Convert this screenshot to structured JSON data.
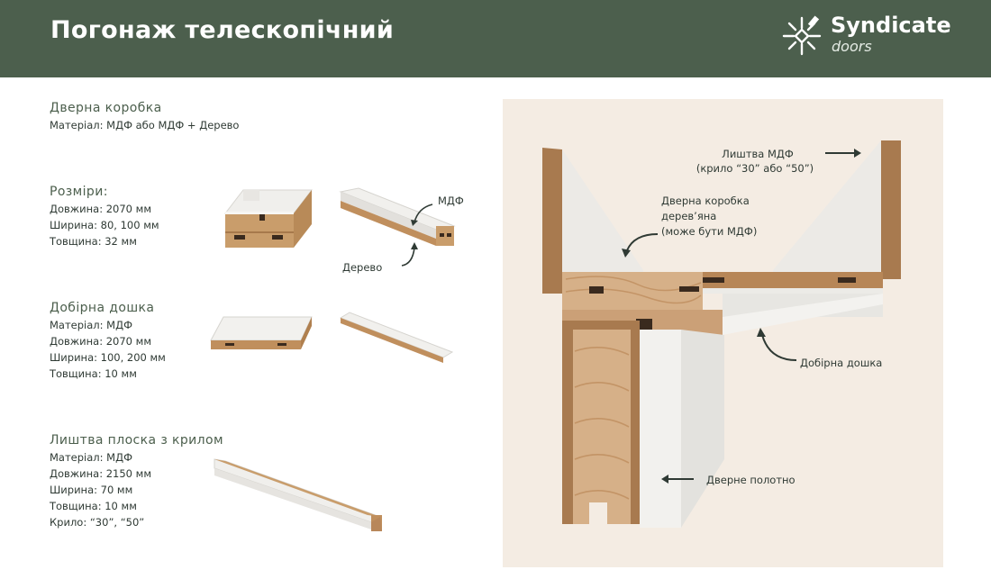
{
  "header": {
    "title": "Погонаж телескопічний",
    "logo": {
      "name": "Syndicate",
      "sub": "doors"
    }
  },
  "sections": {
    "door_frame": {
      "title": "Дверна коробка",
      "material": "Матеріал: МДФ або МДФ + Дерево"
    },
    "sizes": {
      "title": "Розміри:",
      "length": "Довжина: 2070 мм",
      "width": "Ширина: 80, 100 мм",
      "thickness": "Товщина: 32 мм",
      "callout_mdf": "МДФ",
      "callout_wood": "Дерево"
    },
    "extension_board": {
      "title": "Добірна дошка",
      "material": "Матеріал: МДФ",
      "length": "Довжина: 2070 мм",
      "width": "Ширина: 100, 200 мм",
      "thickness": "Товщина: 10 мм"
    },
    "casing": {
      "title": "Лиштва плоска з крилом",
      "material": "Матеріал: МДФ",
      "length": "Довжина: 2150 мм",
      "width": "Ширина: 70 мм",
      "thickness": "Товщина: 10 мм",
      "wing": "Крило: “30”, “50”"
    }
  },
  "diagram": {
    "casing_label_1": "Лиштва МДФ",
    "casing_label_2": "(крило “30” або “50”)",
    "frame_label_1": "Дверна коробка",
    "frame_label_2": "дерев’яна",
    "frame_label_3": "(може бути МДФ)",
    "board_label": "Добірна дошка",
    "leaf_label": "Дверне полотно"
  },
  "colors": {
    "header_bg": "#4c5f4d",
    "accent_text": "#4c5f4d",
    "diagram_bg": "#f4ece3",
    "wood": "#c79a6a",
    "mdf": "#a87a4f",
    "white_finish": "#f1f1ef"
  }
}
